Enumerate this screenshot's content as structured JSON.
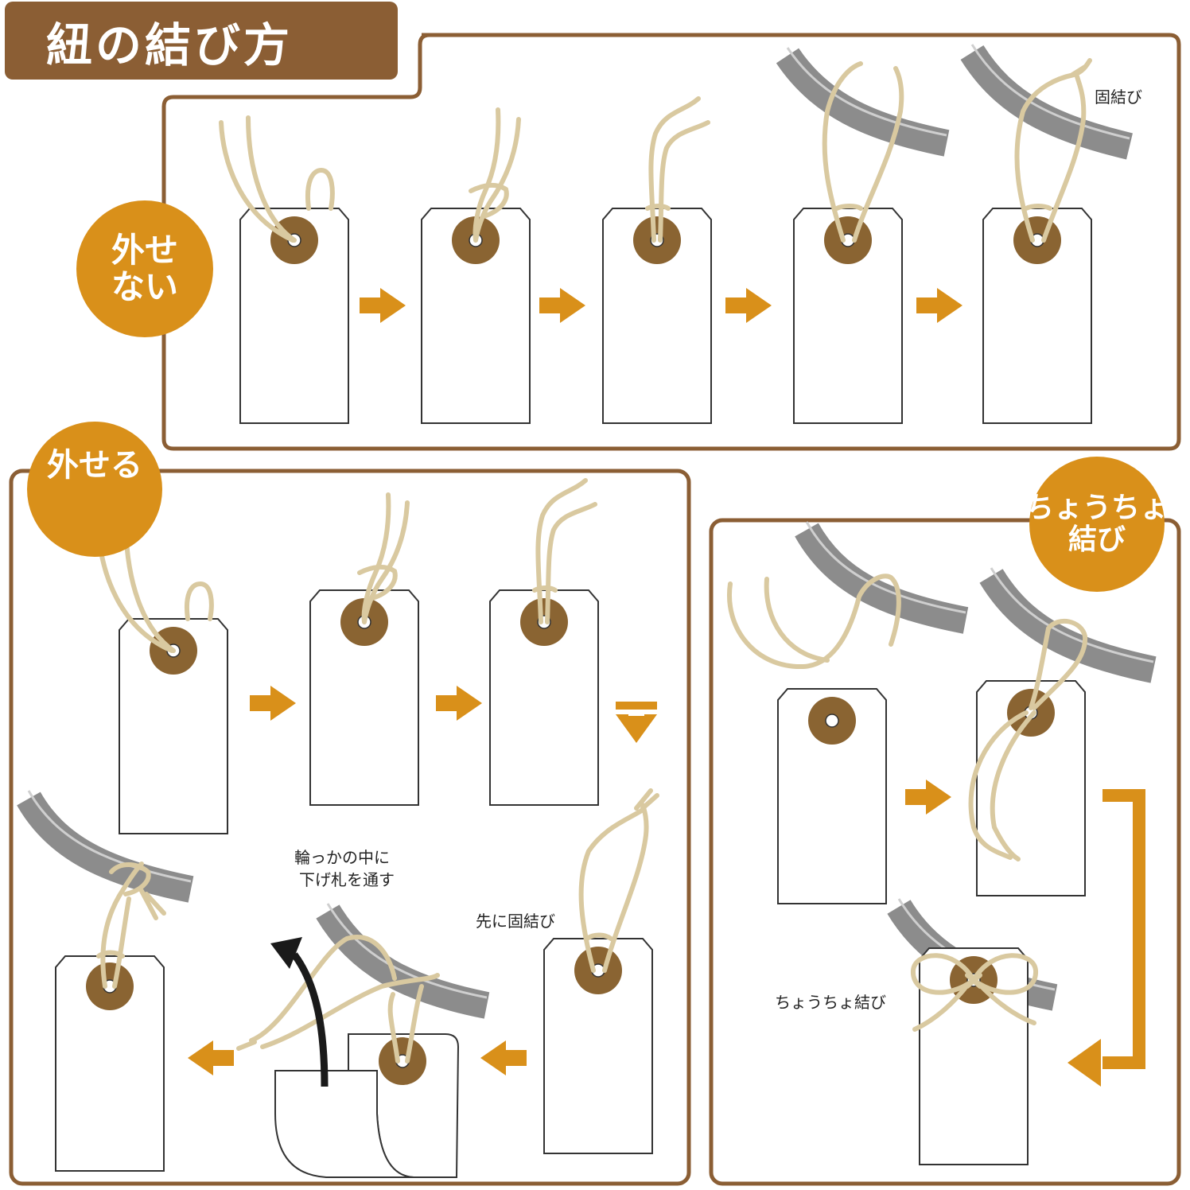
{
  "header": {
    "title": "紐の結び方"
  },
  "sections": {
    "non_removable": {
      "label_line1": "外せ",
      "label_line2": "ない",
      "note": "固結び"
    },
    "removable": {
      "label": "外せる",
      "note_loop_line1": "輪っかの中に",
      "note_loop_line2": "下げ札を通す",
      "note_knot": "先に固結び"
    },
    "bow": {
      "label_line1": "ちょうちょ",
      "label_line2": "結び",
      "note": "ちょうちょ結び"
    }
  },
  "colors": {
    "brown": "#8b5e34",
    "orange": "#d9901a",
    "string": "#d9c9a0",
    "grommet": "#8a6432",
    "pipe": "#8c8c8c"
  }
}
